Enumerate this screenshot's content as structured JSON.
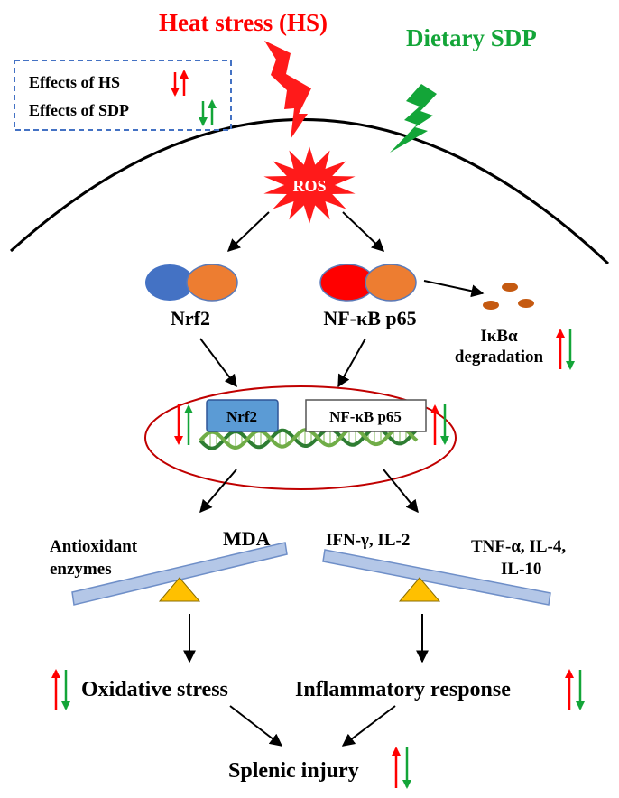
{
  "title_hs": "Heat stress (HS)",
  "title_sdp": "Dietary SDP",
  "legend": {
    "hs_label": "Effects of HS",
    "sdp_label": "Effects of SDP"
  },
  "ros_label": "ROS",
  "cytoplasm": {
    "nrf2_label": "Nrf2",
    "nfkb_label": "NF-κB p65",
    "ikba_line1": "IκBα",
    "ikba_line2": "degradation"
  },
  "nucleus": {
    "nrf2_box": "Nrf2",
    "nfkb_box": "NF-κB p65"
  },
  "left_balance": {
    "label_line1": "Antioxidant",
    "label_line2": "enzymes",
    "label_right": "MDA"
  },
  "right_balance": {
    "label_left": "IFN-γ, IL-2",
    "label_right_line1": "TNF-α, IL-4,",
    "label_right_line2": "IL-10"
  },
  "outcomes": {
    "oxidative": "Oxidative stress",
    "inflammatory": "Inflammatory response",
    "splenic": "Splenic injury"
  },
  "colors": {
    "hs": "#ff0000",
    "sdp": "#13a538",
    "ros": "#ff1a1a",
    "nrf2_blue": "#4472c4",
    "orange": "#ed7d31",
    "nfkb_red": "#ff0000",
    "ikba_brown": "#c55a11",
    "nucleus_border": "#c00000",
    "beam_fill": "#b4c7e7",
    "beam_stroke": "#6f8fc8",
    "fulcrum": "#ffc000",
    "nrf2_box_fill": "#5b9bd5",
    "legend_border": "#4472c4"
  },
  "icons": [
    "lightning-bolt-icon",
    "lightning-bolt-icon",
    "starburst-icon",
    "dna-helix-icon",
    "arrow-up-icon",
    "arrow-down-icon"
  ]
}
